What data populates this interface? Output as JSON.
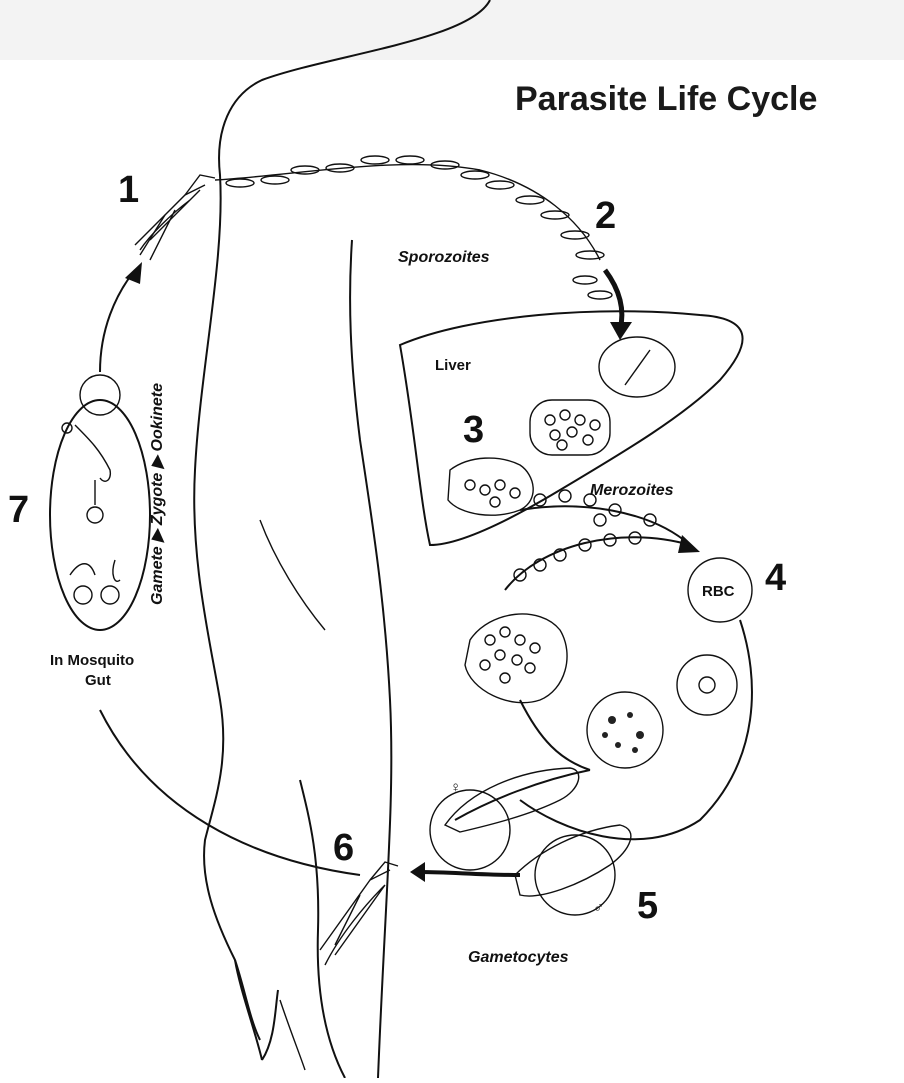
{
  "title": "Parasite Life Cycle",
  "labels": {
    "sporozoites": "Sporozoites",
    "liver": "Liver",
    "merozoites": "Merozoites",
    "rbc": "RBC",
    "gametocytes": "Gametocytes",
    "mosquito_gut": "In Mosquito",
    "mosquito_gut_2": "Gut",
    "stages": "Gamete ▶ Zygote ▶ Ookinete",
    "female": "♀",
    "male": "♂"
  },
  "steps": [
    "1",
    "2",
    "3",
    "4",
    "5",
    "6",
    "7"
  ],
  "colors": {
    "ink": "#111111",
    "background": "#ffffff"
  }
}
